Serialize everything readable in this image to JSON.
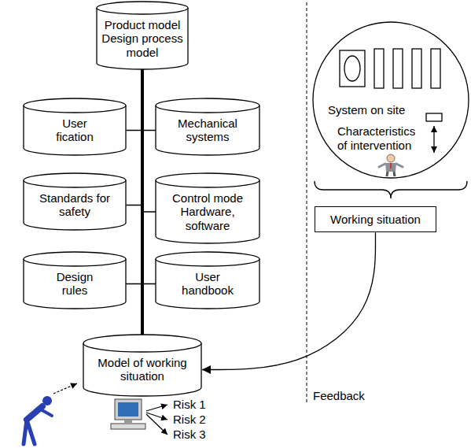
{
  "diagram": {
    "nodes": [
      {
        "text": [
          "Product model Design process model"
        ]
      },
      {
        "text": [
          "User fication"
        ]
      },
      {
        "text": [
          "Mechanical systems"
        ]
      },
      {
        "text": [
          "Standards for safety"
        ]
      },
      {
        "text": [
          "Control mode Hardware, software"
        ]
      },
      {
        "text": [
          "Design rules"
        ]
      },
      {
        "text": [
          "User handbook"
        ]
      },
      {
        "text": [
          "Model of working situation"
        ]
      },
      {
        "text": [
          "System on site",
          "Characteristics of intervention"
        ]
      },
      {
        "text": [
          "Working situation"
        ]
      }
    ],
    "edges": [
      {
        "from": 0,
        "to": 7,
        "arrow": "none"
      },
      {
        "from": 1,
        "to": 0,
        "arrow": "none"
      },
      {
        "from": 2,
        "to": 0,
        "arrow": "none"
      },
      {
        "from": 3,
        "to": 0,
        "arrow": "none"
      },
      {
        "from": 4,
        "to": 0,
        "arrow": "none"
      },
      {
        "from": 5,
        "to": 0,
        "arrow": "none"
      },
      {
        "from": 6,
        "to": 0,
        "arrow": "none"
      },
      {
        "from": 9,
        "to": 7,
        "arrow": "to",
        "label": "Feedback"
      }
    ],
    "labels": [
      "Risk 1",
      "Risk 2",
      "Risk 3"
    ]
  }
}
